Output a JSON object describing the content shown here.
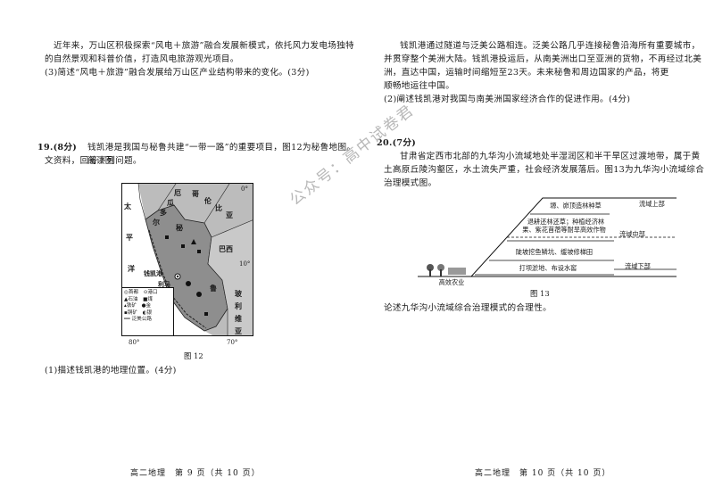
{
  "left": {
    "intro_line1": "近年来，万山区积极探索“风电＋旅游”融合发展新模式，依托风力发电场独特",
    "intro_line2": "的自然景观和科普价值，打造风电旅游观光项目。",
    "q3": "(3)简述“风电＋旅游”融合发展给万山区产业结构带来的变化。(3分)",
    "q19_title": "19.(8分)",
    "q19_line1": "钱凯港是我国与秘鲁共建“一带一路”的重要项目，图12为秘鲁地图。阅读图",
    "q19_line2": "文资料，回答下列问题。",
    "map": {
      "countries": [
        "厄",
        "瓜",
        "多",
        "尔",
        "哥",
        "伦",
        "比",
        "亚",
        "秘",
        "巴西",
        "鲁",
        "玻",
        "利",
        "维",
        "亚"
      ],
      "ocean": [
        "太",
        "平",
        "洋"
      ],
      "port_label": "钱凯港",
      "capital_label": "利马",
      "lat_ticks": [
        "0°",
        "10°"
      ],
      "lon_ticks": [
        "80°",
        "70°"
      ],
      "legend": [
        "首都",
        "港口",
        "石油",
        "煤",
        "铁矿",
        "金",
        "铜矿",
        "银",
        "泛美公路"
      ]
    },
    "fig12": "图 12",
    "q1": "(1)描述钱凯港的地理位置。(4分)",
    "footer": "高二地理　第 9 页（共 10 页）"
  },
  "right": {
    "p_line1": "钱凯港通过隧道与泛美公路相连。泛美公路几乎连接秘鲁沿海所有重要城市，",
    "p_line2": "并贯穿整个美洲大陆。钱凯港投运后，从南美洲出口至亚洲的货物，不再经过北美",
    "p_line3": "洲，直达中国，运输时间缩短至23天。未来秘鲁和周边国家的产品，将更",
    "p_line4": "顺畅地运往中国。",
    "q2": "(2)阐述钱凯港对我国与南美洲国家经济合作的促进作用。(4分)",
    "q20_title": "20.(7分)",
    "q20_line1": "甘肃省定西市北部的九华沟小流域地处半湿润区和半干旱区过渡地带，属于黄",
    "q20_line2": "土高原丘陵沟壑区，水土流失严重，社会经济发展落后。图13为九华沟小流域综合",
    "q20_line3": "治理模式图。",
    "diagram": {
      "box1": "塬、峁顶造林种草",
      "box2a": "退耕还林还草；种植经济林",
      "box2b": "果、紫花苜蓿等耐旱高效作物",
      "box3": "陡坡挖鱼鳞坑、缓坡修梯田",
      "box4": "打坝淤地、布设水窖",
      "bottom": "高效农业",
      "upper": "流域上部",
      "middle": "流域中部",
      "lower": "流域下部"
    },
    "fig13": "图 13",
    "q_end": "论述九华沟小流域综合治理模式的合理性。",
    "footer": "高二地理　第 10 页（共 10 页）"
  },
  "watermark": "公众号：高中试卷君"
}
